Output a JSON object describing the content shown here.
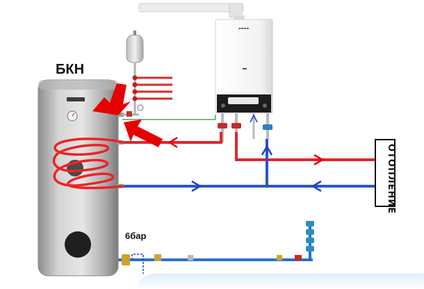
{
  "labels": {
    "tank": "БКН",
    "pressure": "6бар",
    "heating": "ОТОПЛЕНИЕ"
  },
  "colors": {
    "hot_pipe": "#e0262b",
    "cold_pipe": "#2c55c9",
    "arrow_red": "#e60000",
    "arrow_blue": "#1a3fd6",
    "tank_body": "#c9c9c9",
    "boiler_body": "#f4f4f4",
    "boiler_panel": "#1c1c1c"
  },
  "icons": {
    "expansion_tank": "expansion-vessel-icon",
    "gauge": "pressure-gauge-icon",
    "valve": "ball-valve-icon"
  }
}
